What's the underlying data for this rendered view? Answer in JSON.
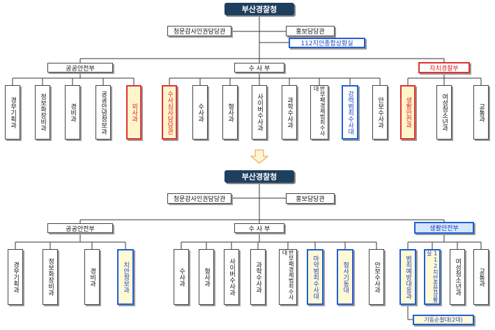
{
  "top": {
    "root": "부산경찰청",
    "staff": [
      "청문감사인권담당관",
      "홍보담당관"
    ],
    "situation": "112지안종합상황실",
    "bureaus": [
      "공공안전부",
      "수 사 부",
      "자치경찰부"
    ],
    "public_units": [
      "경무기획과",
      "정보화장비과",
      "경비과",
      "공공안녕정보과",
      "외사과"
    ],
    "invest_units": [
      "수사심사담당관",
      "수사과",
      "형사과",
      "사이버수사과",
      "과학수사과",
      "반부패경제범죄수사대",
      "강력범죄수사대",
      "안보수사과"
    ],
    "auto_units": [
      "생활안전과",
      "여성청소년과",
      "교통과"
    ]
  },
  "bottom": {
    "root": "부산경찰청",
    "staff": [
      "청문감사인권담당관",
      "홍보담당관"
    ],
    "bureaus": [
      "공공안전부",
      "수 사 부",
      "생활안전부"
    ],
    "public_units": [
      "경무기획과",
      "정보화장비과",
      "경비과",
      "치안정보과"
    ],
    "invest_units": [
      "수사과",
      "형사과",
      "사이버수사과",
      "과학수사과",
      "반부패경제범죄수사대",
      "마약범죄수사대",
      "형사기동대",
      "안보수사과"
    ],
    "life_units": [
      "범죄예방대응과",
      "112치안종합상황실",
      "여성청소년과",
      "교통과"
    ],
    "extra": "기동순찰대(2대)"
  },
  "colors": {
    "root_bg": "#1f3f5e",
    "blue": "#1f5fd6",
    "red": "#e03030",
    "highlight": "#fff5cc"
  }
}
